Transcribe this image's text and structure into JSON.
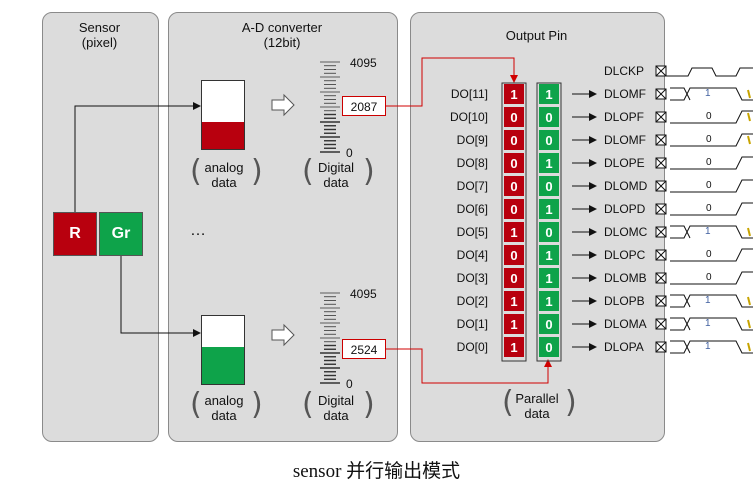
{
  "sensor": {
    "title": "Sensor\n(pixel)",
    "pixels": [
      {
        "label": "R",
        "color": "#b8000e"
      },
      {
        "label": "Gr",
        "color": "#0ea34a"
      }
    ]
  },
  "adc": {
    "title": "A-D converter\n(12bit)",
    "ellipsis": "…",
    "analog_caption": "analog\ndata",
    "digital_caption": "Digital\ndata",
    "scale_max": "4095",
    "scale_min": "0",
    "channels": [
      {
        "value": "2087",
        "level": 0.4,
        "color": "#b8000e"
      },
      {
        "value": "2524",
        "level": 0.55,
        "color": "#0ea34a"
      }
    ]
  },
  "output": {
    "title": "Output Pin",
    "parallel_caption": "Parallel\ndata",
    "clock_pin": "DLCKP",
    "rows": [
      {
        "do": "DO[11]",
        "r": "1",
        "g": "1",
        "pin": "DLOMF",
        "wave": "1"
      },
      {
        "do": "DO[10]",
        "r": "0",
        "g": "0",
        "pin": "DLOPF",
        "wave": "0"
      },
      {
        "do": "DO[9]",
        "r": "0",
        "g": "0",
        "pin": "DLOMF",
        "wave": "0"
      },
      {
        "do": "DO[8]",
        "r": "0",
        "g": "1",
        "pin": "DLOPE",
        "wave": "0"
      },
      {
        "do": "DO[7]",
        "r": "0",
        "g": "0",
        "pin": "DLOMD",
        "wave": "0"
      },
      {
        "do": "DO[6]",
        "r": "0",
        "g": "1",
        "pin": "DLOPD",
        "wave": "0"
      },
      {
        "do": "DO[5]",
        "r": "1",
        "g": "0",
        "pin": "DLOMC",
        "wave": "1"
      },
      {
        "do": "DO[4]",
        "r": "0",
        "g": "1",
        "pin": "DLOPC",
        "wave": "0"
      },
      {
        "do": "DO[3]",
        "r": "0",
        "g": "1",
        "pin": "DLOMB",
        "wave": "0"
      },
      {
        "do": "DO[2]",
        "r": "1",
        "g": "1",
        "pin": "DLOPB",
        "wave": "1"
      },
      {
        "do": "DO[1]",
        "r": "1",
        "g": "0",
        "pin": "DLOMA",
        "wave": "1"
      },
      {
        "do": "DO[0]",
        "r": "1",
        "g": "0",
        "pin": "DLOPA",
        "wave": "1"
      }
    ]
  },
  "caption": "sensor 并行输出模式",
  "colors": {
    "red": "#b8000e",
    "green": "#0ea34a",
    "panel": "#dcdcdc",
    "connector": "#d00000",
    "wave_accent": "#c8a400"
  }
}
